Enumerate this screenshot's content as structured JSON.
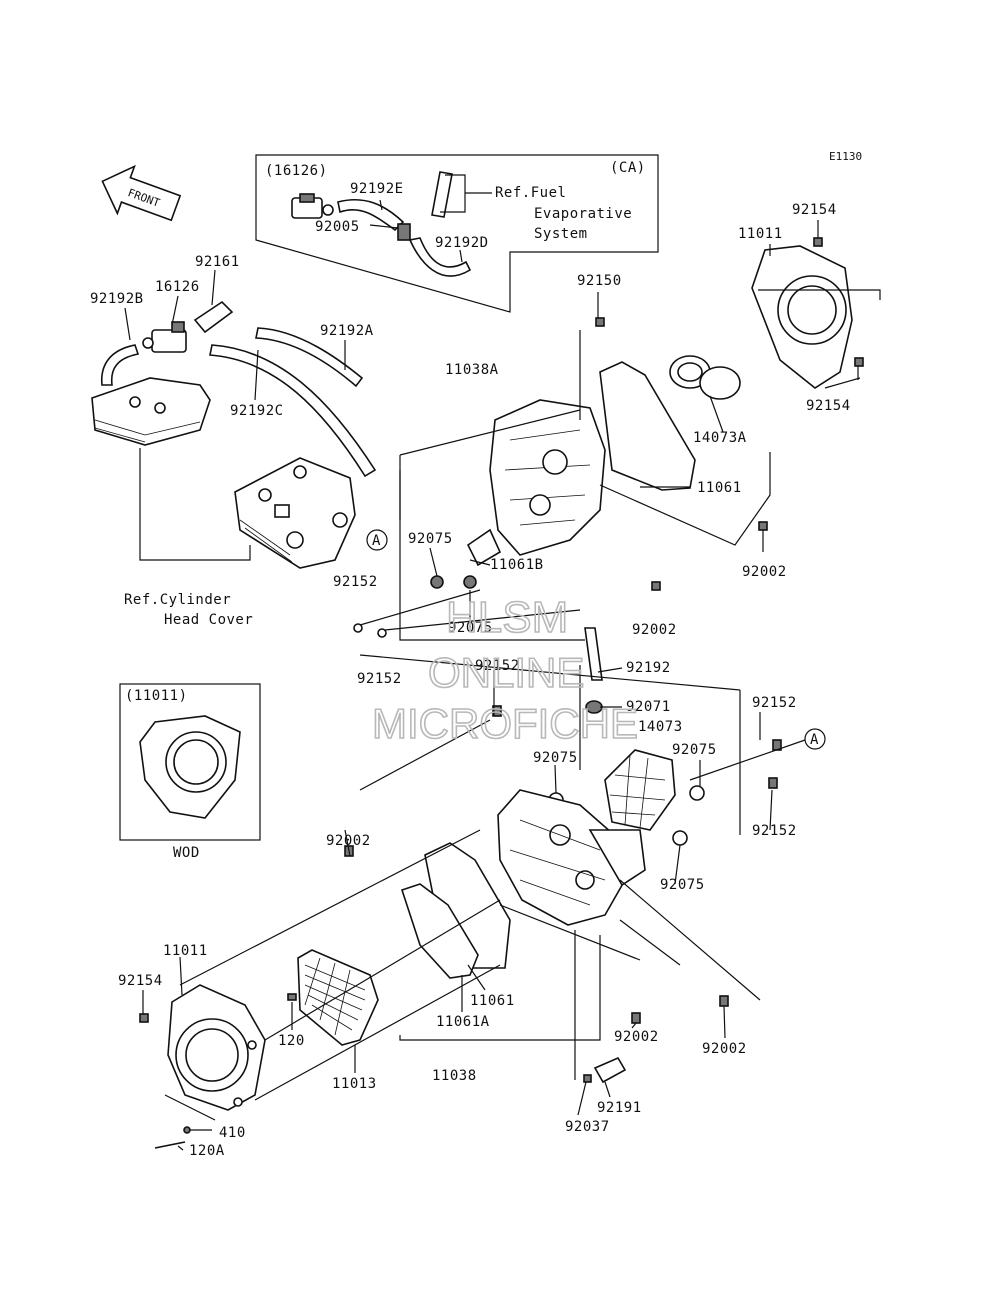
{
  "diagram_code": "E1130",
  "front_arrow_text": "FRONT",
  "ca_box": {
    "region_tag": "(CA)",
    "parts": [
      "(16126)",
      "92192E",
      "92005",
      "92192D"
    ],
    "ref_note": [
      "Ref.Fuel",
      "Evaporative",
      "System"
    ]
  },
  "wod_box": {
    "part_ref": "(11011)",
    "caption": "WOD"
  },
  "ref_cylinder": [
    "Ref.Cylinder",
    "Head Cover"
  ],
  "marker_letter": "A",
  "watermark": [
    "HLSM",
    "ONLINE",
    "MICROFICHE"
  ],
  "labels": {
    "p92161": "92161",
    "p16126": "16126",
    "p92192b": "92192B",
    "p92192a": "92192A",
    "p92192c": "92192C",
    "p92150": "92150",
    "p11038a": "11038A",
    "p11011_top": "11011",
    "p92154_top": "92154",
    "p92154_right": "92154",
    "p14073a": "14073A",
    "p11061_top": "11061",
    "p92002_right": "92002",
    "p92075_upper": "92075",
    "p11061b": "11061B",
    "p92152_left": "92152",
    "p92075_mid": "92075",
    "p92002_mid": "92002",
    "p92152_lower": "92152",
    "p92152_center": "92152",
    "p92192": "92192",
    "p92071": "92071",
    "p14073": "14073",
    "p92152_right_top": "92152",
    "p92075_right": "92075",
    "p92075_center": "92075",
    "p92002_left": "92002",
    "p92152_right_bot": "92152",
    "p92075_low": "92075",
    "p11011_bot": "11011",
    "p92154_bot": "92154",
    "p120": "120",
    "p11013": "11013",
    "p11061_bot": "11061",
    "p11061a": "11061A",
    "p11038": "11038",
    "p92002_bot1": "92002",
    "p92002_bot2": "92002",
    "p92191": "92191",
    "p92037": "92037",
    "p410": "410",
    "p120a": "120A"
  }
}
